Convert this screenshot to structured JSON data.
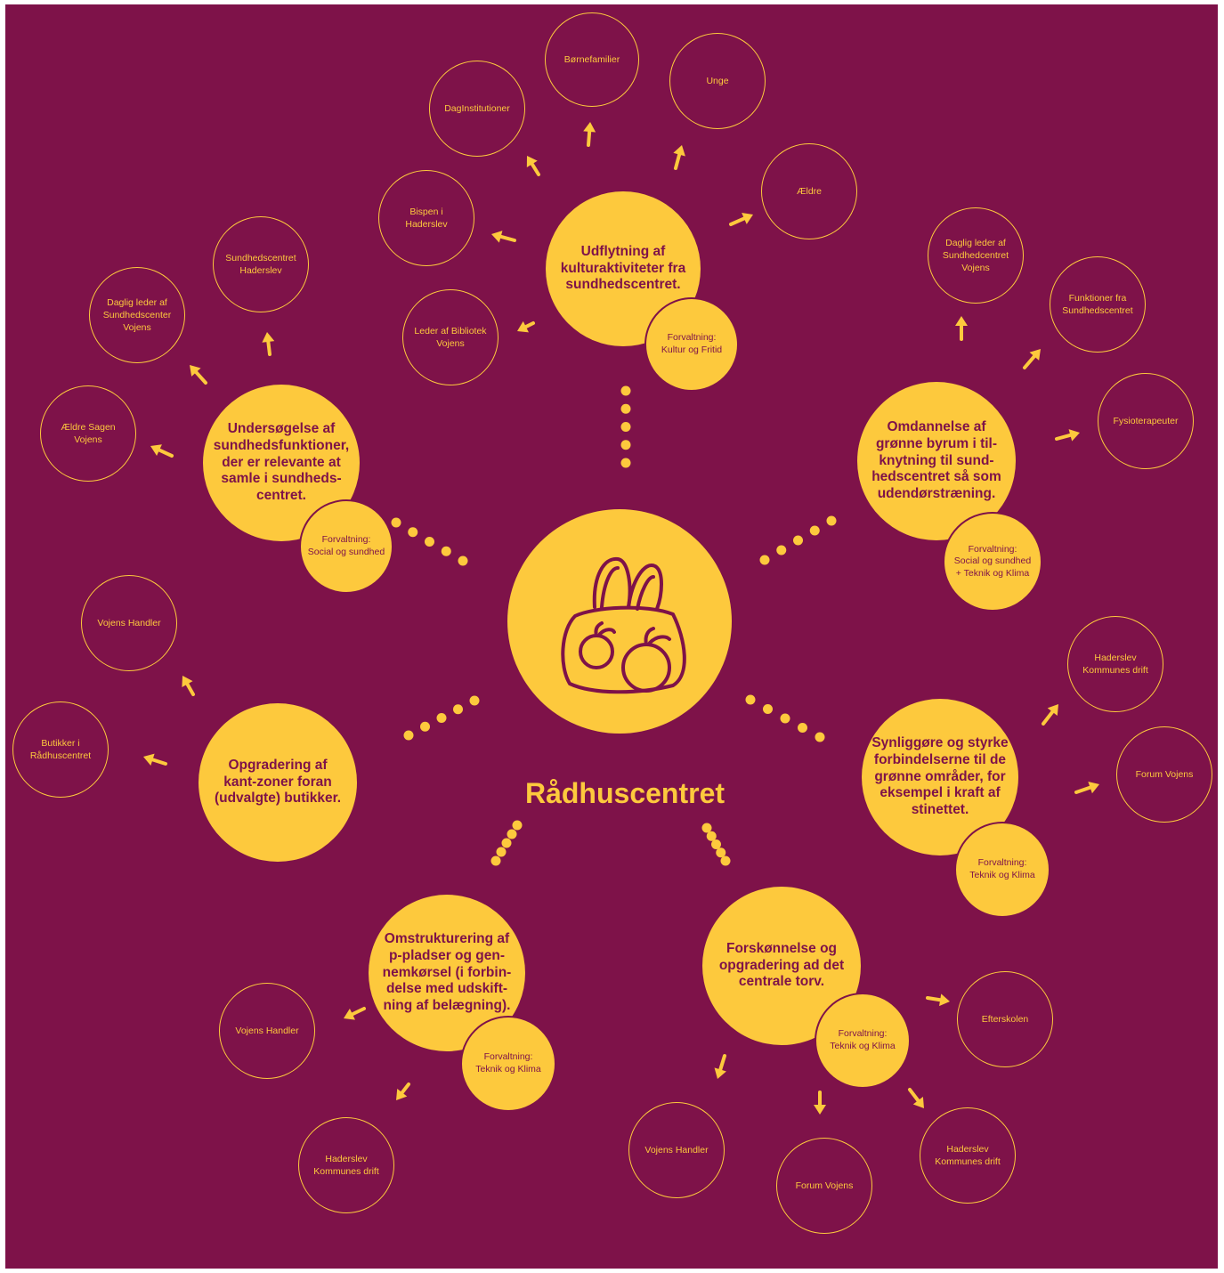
{
  "center": {
    "title": "Rådhuscentret",
    "icon": "shopping-bag-apples-icon"
  },
  "colors": {
    "background": "#7e1249",
    "accent": "#fdc93d"
  },
  "clusters": {
    "kultur": {
      "main": "Udflytning af\nkulturaktiviteter fra\nsundhedscentret.",
      "sub": "Forvaltning:\nKultur og Fritid",
      "targets": [
        "Børnefamilier",
        "Unge",
        "DagInstitutioner",
        "Ældre",
        "Bispen i\nHaderslev",
        "Leder af Bibliotek\nVojens"
      ]
    },
    "sundhed": {
      "main": "Undersøgelse af\nsundhedsfunktioner,\nder er relevante at\nsamle i sundheds-\ncentret.",
      "sub": "Forvaltning:\nSocial og sundhed",
      "targets": [
        "Sundhedscentret\nHaderslev",
        "Daglig leder af\nSundhedscenter\nVojens",
        "Ældre Sagen\nVojens"
      ]
    },
    "byrum": {
      "main": "Omdannelse af\ngrønne byrum i til-\nknytning til sund-\nhedscentret så som\nudendørstræning.",
      "sub": "Forvaltning:\nSocial og sundhed\n+ Teknik og Klima",
      "targets": [
        "Daglig leder  af\nSundhedcentret\nVojens",
        "Funktioner fra\nSundhedscentret",
        "Fysioterapeuter"
      ]
    },
    "kantzoner": {
      "main": "Opgradering af\nkant-zoner foran\n(udvalgte) butikker.",
      "targets": [
        "Vojens Handler",
        "Butikker i\nRådhuscentret"
      ]
    },
    "forbindelser": {
      "main": "Synliggøre og styrke\nforbindelserne til de\ngrønne områder, for\neksempel i kraft af\nstinettet.",
      "sub": "Forvaltning:\nTeknik og Klima",
      "targets": [
        "Haderslev\nKommunes drift",
        "Forum Vojens"
      ]
    },
    "pladser": {
      "main": "Omstrukturering af\np-pladser og gen-\nnemkørsel (i forbin-\ndelse med udskift-\nning af belægning).",
      "sub": "Forvaltning:\nTeknik og Klima",
      "targets": [
        "Vojens Handler",
        "Haderslev\nKommunes drift"
      ]
    },
    "torv": {
      "main": "Forskønnelse og\nopgradering ad det\ncentrale torv.",
      "sub": "Forvaltning:\nTeknik og Klima",
      "targets": [
        "Efterskolen",
        "Vojens Handler",
        "Forum Vojens",
        "Haderslev\nKommunes drift"
      ]
    }
  }
}
